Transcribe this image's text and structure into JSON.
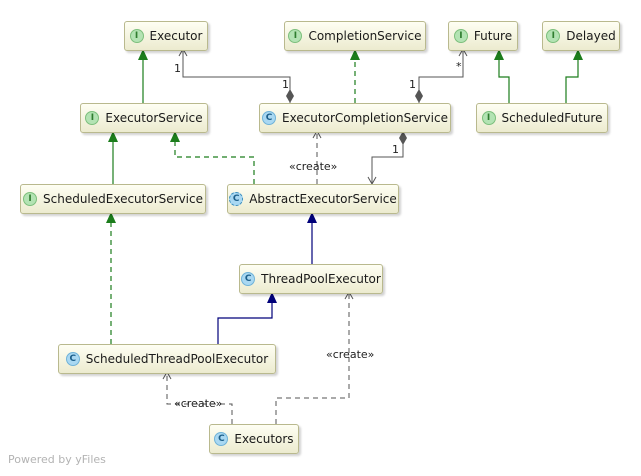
{
  "nodes": {
    "executor": {
      "label": "Executor",
      "kind": "I"
    },
    "completion_service": {
      "label": "CompletionService",
      "kind": "I"
    },
    "future": {
      "label": "Future",
      "kind": "I"
    },
    "delayed": {
      "label": "Delayed",
      "kind": "I"
    },
    "executor_service": {
      "label": "ExecutorService",
      "kind": "I"
    },
    "executor_completion_service": {
      "label": "ExecutorCompletionService",
      "kind": "C"
    },
    "scheduled_future": {
      "label": "ScheduledFuture",
      "kind": "I"
    },
    "scheduled_executor_service": {
      "label": "ScheduledExecutorService",
      "kind": "I"
    },
    "abstract_executor_service": {
      "label": "AbstractExecutorService",
      "kind": "C"
    },
    "thread_pool_executor": {
      "label": "ThreadPoolExecutor",
      "kind": "C"
    },
    "scheduled_thread_pool_executor": {
      "label": "ScheduledThreadPoolExecutor",
      "kind": "C"
    },
    "executors": {
      "label": "Executors",
      "kind": "C"
    }
  },
  "edge_labels": {
    "mult_1_executor_src": "1",
    "mult_1_executor_tgt": "1",
    "mult_1_future_src": "1",
    "mult_star_future": "*",
    "mult_1_abstract": "1",
    "create_abstract": "«create»",
    "create_thread_pool": "«create»",
    "create_scheduled": "«create»"
  },
  "colors": {
    "realization": "#1c7d1c",
    "generalization": "#00007a",
    "dependency": "#555555"
  },
  "footer": "Powered by yFiles"
}
